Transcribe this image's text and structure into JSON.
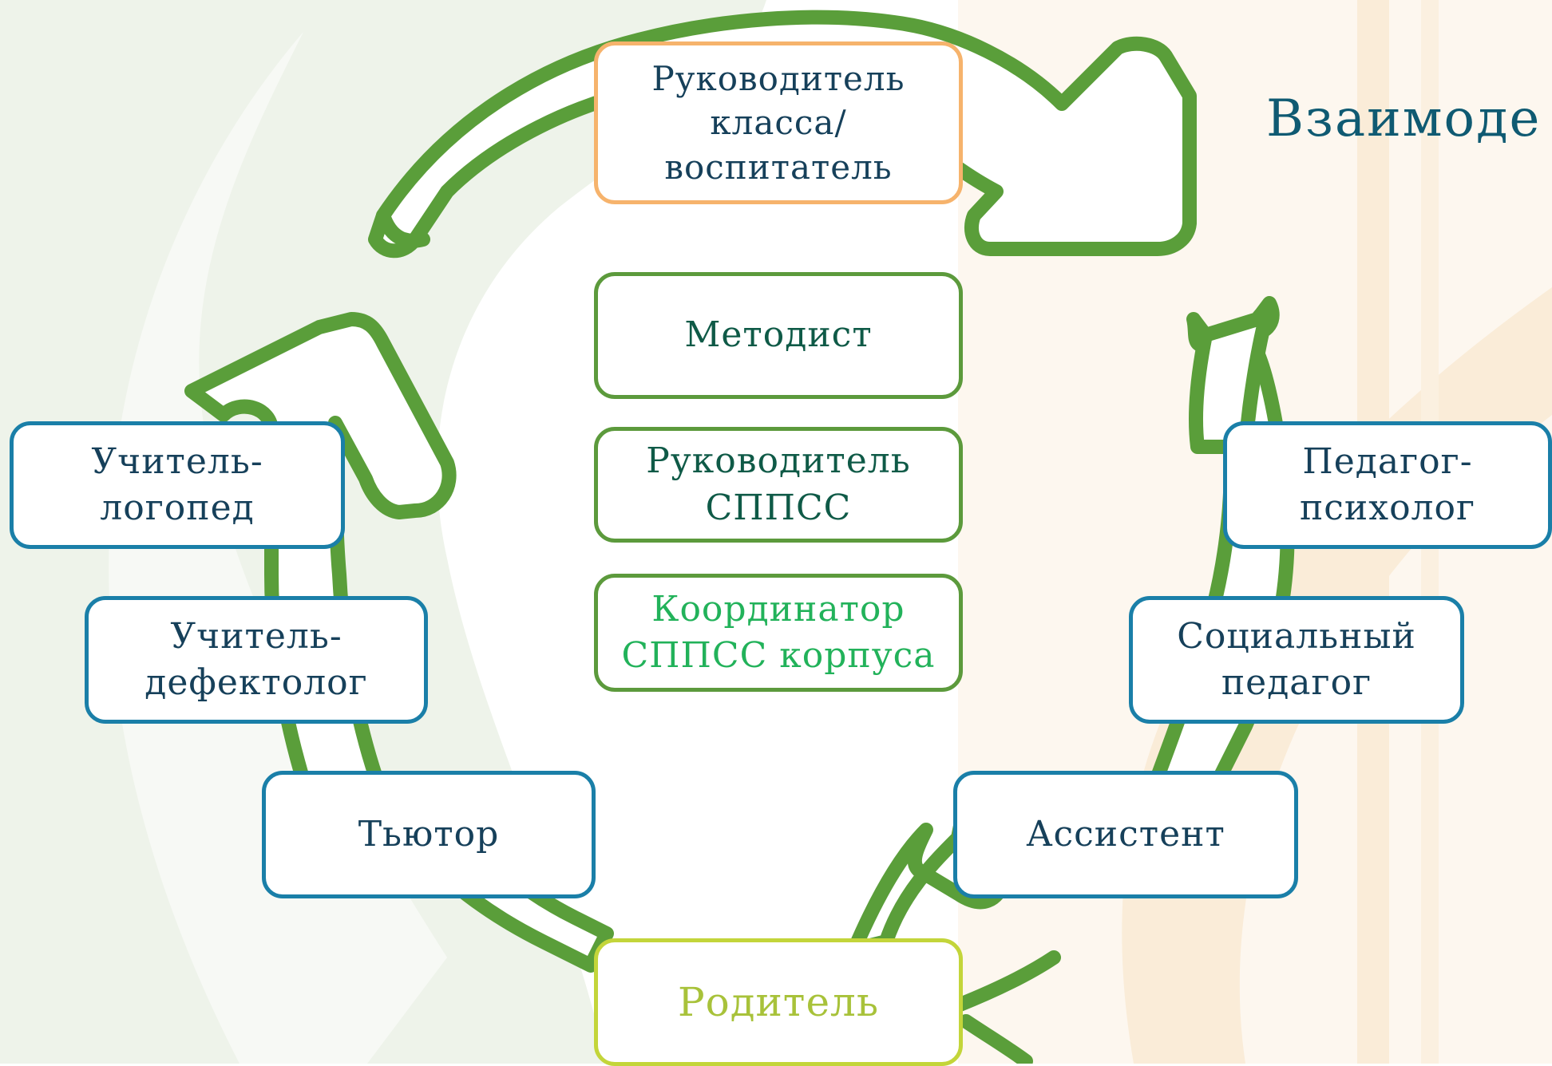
{
  "title": "Взаимоде",
  "colors": {
    "arrow": "#5a9e3a",
    "box_border_blue": "#1a7fa8",
    "box_border_green": "#5c9a3c",
    "box_border_orange": "#f6b36c",
    "box_border_lime": "#c3d53a",
    "coordinator_text": "#22b25a",
    "parent_text": "#a8c23a"
  },
  "roles": {
    "class_head": "Руководитель\nкласса/\nвоспитатель",
    "methodist": "Методист",
    "sppss_head": "Руководитель\nСППСС",
    "coordinator": "Координатор\nСППСС корпуса",
    "speech_therapist": "Учитель-\nлогопед",
    "defectologist": "Учитель-\nдефектолог",
    "tutor": "Тьютор",
    "psychologist": "Педагог-\nпсихолог",
    "social_pedagogue": "Социальный\nпедагог",
    "assistant": "Ассистент",
    "parent": "Родитель"
  }
}
